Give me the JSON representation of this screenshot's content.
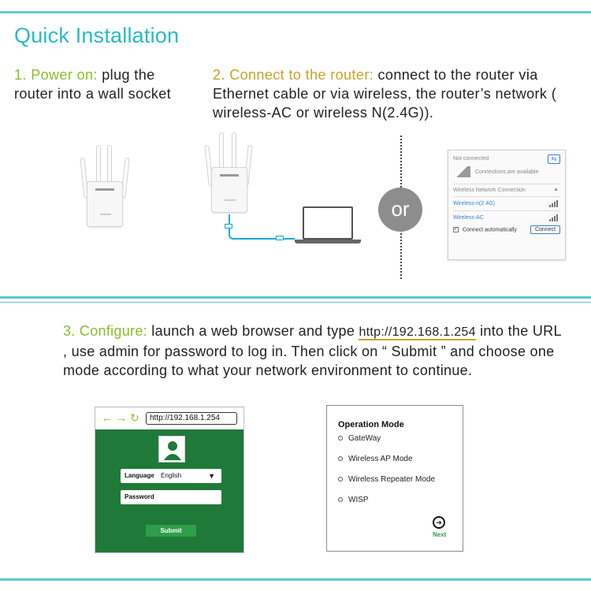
{
  "title": "Quick Installation",
  "step1": {
    "label": "1. Power on:",
    "text": "plug the router into a wall socket"
  },
  "step2": {
    "label": "2. Connect to the router:",
    "text": "connect to the router via Ethernet cable or via wireless, the router’s network ( wireless-AC or wireless N(2.4G))."
  },
  "or_label": "or",
  "wifi_panel": {
    "status": "Not connected",
    "available": "Connections are available",
    "section": "Wireless Network Connection",
    "networks": [
      {
        "name": "Wireless-n(2.4G)"
      },
      {
        "name": "Wireless-AC"
      }
    ],
    "auto_label": "Connect automatically",
    "connect_button": "Connect",
    "refresh_icon": "refresh-icon"
  },
  "step3": {
    "label": "3. Configure:",
    "text_a": "launch a web browser and type",
    "url": "http://192.168.1.254",
    "text_b": "into the URL , use admin for password to log in. Then click on “ Submit ” and choose one mode according to what your network environment to continue."
  },
  "browser": {
    "address": "http://192.168.1.254",
    "language_label": "Language",
    "language_value": "English",
    "password_label": "Password",
    "submit_label": "Submit",
    "icons": [
      "back-arrow-icon",
      "forward-arrow-icon",
      "reload-icon",
      "user-avatar-icon"
    ]
  },
  "operation_mode": {
    "title": "Operation Mode",
    "options": [
      "GateWay",
      "Wireless AP Mode",
      "Wireless Repeater Mode",
      "WISP"
    ],
    "next_label": "Next"
  },
  "colors": {
    "rule": "#5cc7d4",
    "title": "#29b9c9",
    "step_label": "#8bbb2a",
    "step2_label": "#c9a227",
    "browser_green": "#1f7a3a",
    "submit_green": "#2f9e4a"
  }
}
